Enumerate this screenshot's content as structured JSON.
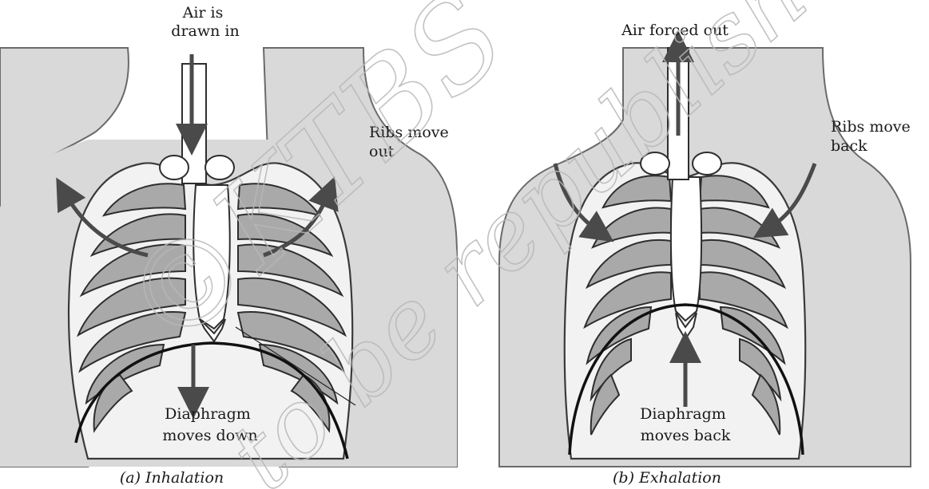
{
  "panel_a": {
    "label_air": [
      "Air is",
      "drawn in"
    ],
    "label_ribs": [
      "Ribs move",
      "out"
    ],
    "label_diaphragm": [
      "Diaphragm",
      "moves down"
    ],
    "caption": "(a) Inhalation"
  },
  "panel_b": {
    "label_air": "Air forced out",
    "label_ribs": [
      "Ribs move",
      "back"
    ],
    "label_diaphragm": [
      "Diaphragm",
      "moves back"
    ],
    "caption": "(b) Exhalation"
  },
  "watermark": {
    "line1": "©KTBS",
    "line2": "to be republished"
  },
  "colors": {
    "body": "#d9d9d9",
    "rib": "#a9a9a9",
    "arrow": "#4a4a4a"
  }
}
